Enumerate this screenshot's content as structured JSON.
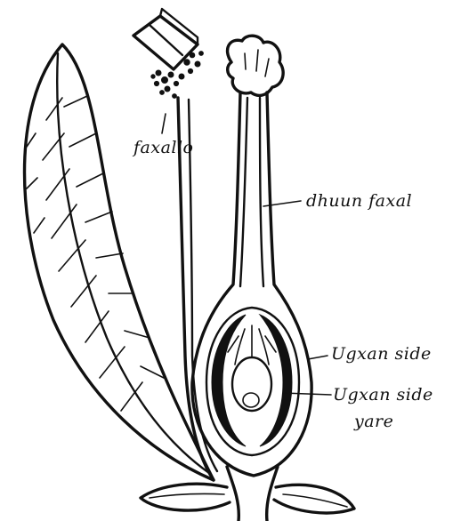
{
  "labels": {
    "anther": "faxallo",
    "style": "dhuun faxal",
    "ovary": "Ugxan side",
    "ovule_line1": "Ugxan side",
    "ovule_line2": "yare"
  }
}
